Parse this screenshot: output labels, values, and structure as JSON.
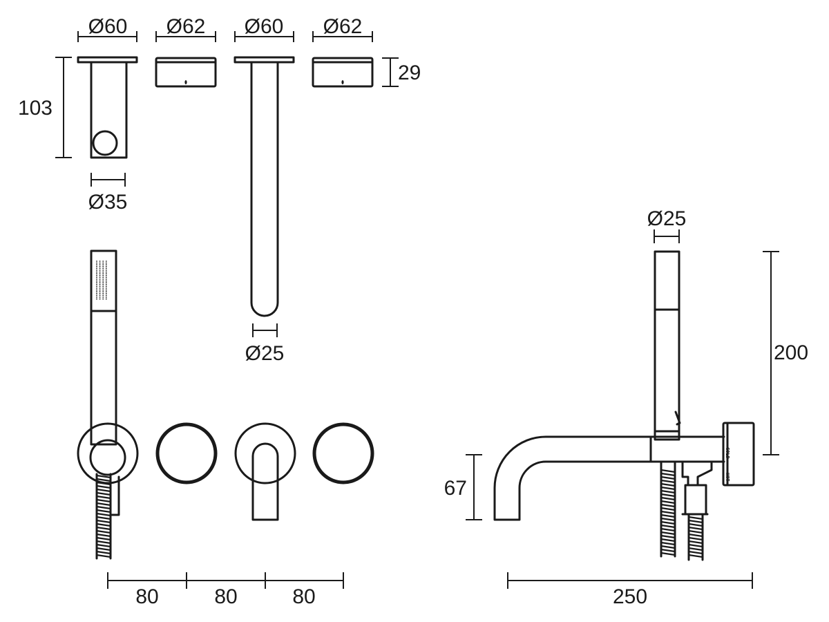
{
  "labels": {
    "top_dia_1": "Ø60",
    "top_dia_2": "Ø62",
    "top_dia_3": "Ø60",
    "top_dia_4": "Ø62",
    "cover_depth": "29",
    "holder_length": "103",
    "holder_dia": "Ø35",
    "spout_dia": "Ø25",
    "side_dia": "Ø25",
    "side_height": "200",
    "side_spout_height": "67",
    "spacing_1": "80",
    "spacing_2": "80",
    "spacing_3": "80",
    "overall_width": "250",
    "valve_cold": "COLD",
    "valve_hot": "HOT"
  },
  "colors": {
    "line": "#1a1a1a",
    "background": "#ffffff"
  }
}
